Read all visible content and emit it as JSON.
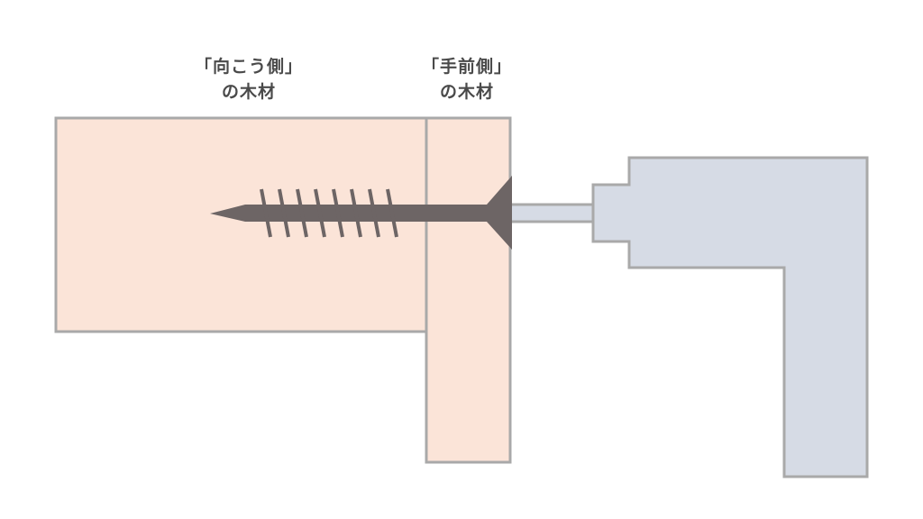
{
  "labels": {
    "far_wood": {
      "line1": "「向こう側」",
      "line2": "の木材"
    },
    "near_wood": {
      "line1": "「手前側」",
      "line2": "の木材"
    }
  },
  "colors": {
    "wood_fill": "#fbe4d8",
    "wood_stroke": "#a9a9a9",
    "drill_fill": "#d6dbe5",
    "drill_stroke": "#a9a9a9",
    "screw": "#6d6565",
    "text": "#4a4a4a"
  },
  "icons": {
    "screw": "screw-icon",
    "drill": "drill-icon"
  }
}
